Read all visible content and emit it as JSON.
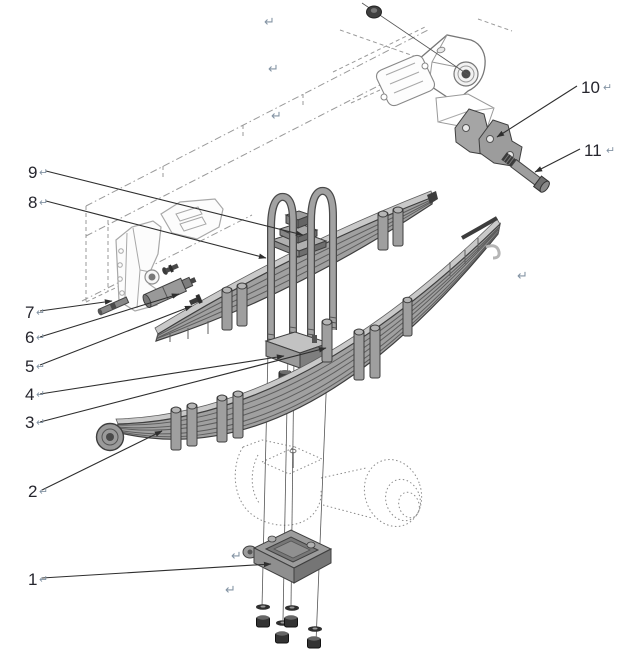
{
  "figure": {
    "type": "exploded-parts-diagram",
    "subject": "rear leaf spring suspension assembly"
  },
  "colors": {
    "label_text": "#26262e",
    "paragraph_mark": "#8494a4",
    "leader_line": "#2e2e2e",
    "part_gray": "#a0a0a0",
    "part_dark": "#3a3a3a",
    "ghost_outline": "#a8a8a8",
    "frame_dash": "#9a9a9a"
  },
  "callouts": [
    {
      "num": "1",
      "mark": "↵"
    },
    {
      "num": "2",
      "mark": "↵"
    },
    {
      "num": "3",
      "mark": "↵"
    },
    {
      "num": "4",
      "mark": "↵"
    },
    {
      "num": "5",
      "mark": "↵"
    },
    {
      "num": "6",
      "mark": "↵"
    },
    {
      "num": "7",
      "mark": "↵"
    },
    {
      "num": "8",
      "mark": "↵"
    },
    {
      "num": "9",
      "mark": "↵"
    },
    {
      "num": "10",
      "mark": "↵"
    },
    {
      "num": "11",
      "mark": "↵"
    }
  ],
  "floating_marks": [
    "↵",
    "↵",
    "↵",
    "↵",
    "↵",
    "↵"
  ]
}
